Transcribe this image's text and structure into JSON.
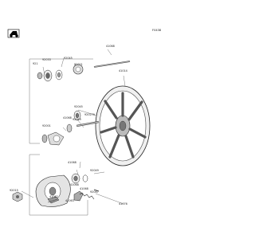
{
  "diagram": {
    "code": "F0438",
    "parts": [
      {
        "id": "axle",
        "label": "41068"
      },
      {
        "id": "wheel",
        "label": "41014"
      },
      {
        "id": "collar-top",
        "label": "92021"
      },
      {
        "id": "seal-left",
        "label": "921"
      },
      {
        "id": "circlip",
        "label": "92033"
      },
      {
        "id": "bearing-left",
        "label": "92045"
      },
      {
        "id": "spacer",
        "label": "92027A"
      },
      {
        "id": "bearing-hub",
        "label": "92045"
      },
      {
        "id": "hub-seal",
        "label": "41068"
      },
      {
        "id": "seal-mid",
        "label": "92049"
      },
      {
        "id": "collar-mid",
        "label": "92001"
      },
      {
        "id": "bolt",
        "label": "92015"
      },
      {
        "id": "bearing-lower",
        "label": "41068"
      },
      {
        "id": "washer",
        "label": "92049"
      },
      {
        "id": "gear-housing",
        "label": "41068"
      },
      {
        "id": "drive-gear",
        "label": "41068"
      },
      {
        "id": "pin",
        "label": "92067"
      },
      {
        "id": "speedo-gear",
        "label": "41062"
      },
      {
        "id": "spring",
        "label": "41063"
      },
      {
        "id": "gear-label",
        "label": "41076"
      }
    ]
  }
}
